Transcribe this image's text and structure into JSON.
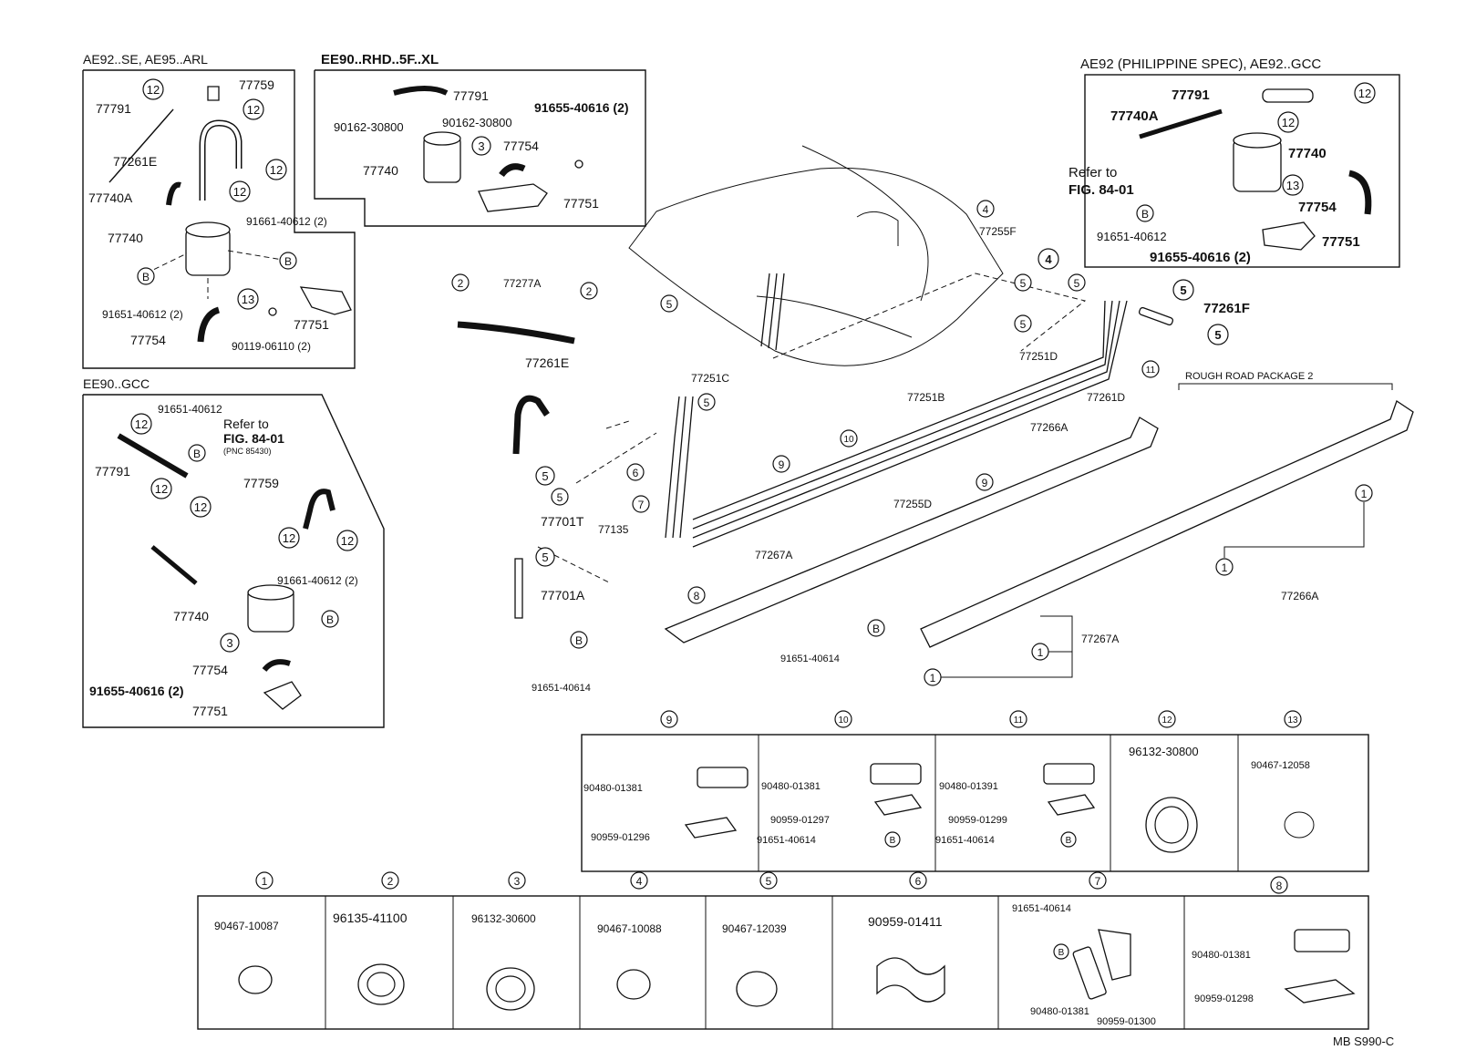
{
  "diagram": {
    "figure_code": "MB S990-C",
    "insets": {
      "ae92_se": {
        "title": "AE92..SE, AE95..ARL",
        "labels": [
          "77759",
          "77791",
          "77261E",
          "77740A",
          "91661-40612 (2)",
          "77740",
          "91651-40612 (2)",
          "77751",
          "77754",
          "90119-06110 (2)"
        ],
        "callouts": [
          "12",
          "12",
          "12",
          "12",
          "B",
          "B",
          "13"
        ]
      },
      "ee90_rhd": {
        "title": "EE90..RHD..5F..XL",
        "labels": [
          "77791",
          "90162-30800",
          "90162-30800",
          "91655-40616 (2)",
          "77754",
          "77740",
          "77751"
        ],
        "callouts": [
          "3"
        ]
      },
      "ae92_ph": {
        "title": "AE92 (PHILIPPINE SPEC), AE92..GCC",
        "labels": [
          "77791",
          "77740A",
          "77740",
          "Refer to",
          "FIG. 84-01",
          "91651-40612",
          "91655-40616 (2)",
          "77754",
          "77751"
        ],
        "callouts": [
          "12",
          "12",
          "13",
          "B"
        ]
      },
      "ee90_gcc": {
        "title": "EE90..GCC",
        "labels": [
          "91651-40612",
          "Refer to",
          "FIG. 84-01",
          "(PNC 85430)",
          "77791",
          "77759",
          "91661-40612 (2)",
          "77740",
          "77754",
          "91655-40616 (2)",
          "77751"
        ],
        "callouts": [
          "12",
          "12",
          "12",
          "12",
          "12",
          "B",
          "B",
          "3"
        ]
      }
    },
    "main_labels": {
      "p77277A": "77277A",
      "p77261E": "77261E",
      "p77251C": "77251C",
      "p77701T": "77701T",
      "p77135": "77135",
      "p77701A": "77701A",
      "p91651_40614_a": "91651-40614",
      "p77255F": "77255F",
      "p77251D": "77251D",
      "p77251B": "77251B",
      "p77261D": "77261D",
      "p77266A_a": "77266A",
      "p77255D": "77255D",
      "p77267A_a": "77267A",
      "p91651_40614_b": "91651-40614",
      "p77261F": "77261F",
      "rough_road": "ROUGH ROAD PACKAGE 2",
      "p77266A_b": "77266A",
      "p77267A_b": "77267A"
    },
    "main_callouts": [
      "2",
      "2",
      "5",
      "5",
      "5",
      "5",
      "5",
      "5",
      "5",
      "5",
      "6",
      "7",
      "8",
      "9",
      "9",
      "10",
      "11",
      "4",
      "4",
      "B",
      "B",
      "1",
      "1",
      "1",
      "1",
      "5",
      "5"
    ],
    "clip_table_top": [
      {
        "ref": "9",
        "parts": [
          "90480-01381",
          "90959-01296"
        ]
      },
      {
        "ref": "10",
        "parts": [
          "90480-01381",
          "90959-01297",
          "91651-40614"
        ]
      },
      {
        "ref": "11",
        "parts": [
          "90480-01391",
          "90959-01299",
          "91651-40614"
        ]
      },
      {
        "ref": "12",
        "parts": [
          "96132-30800"
        ]
      },
      {
        "ref": "13",
        "parts": [
          "90467-12058"
        ]
      }
    ],
    "clip_table_bottom": [
      {
        "ref": "1",
        "parts": [
          "90467-10087"
        ]
      },
      {
        "ref": "2",
        "parts": [
          "96135-41100"
        ]
      },
      {
        "ref": "3",
        "parts": [
          "96132-30600"
        ]
      },
      {
        "ref": "4",
        "parts": [
          "90467-10088"
        ]
      },
      {
        "ref": "5",
        "parts": [
          "90467-12039"
        ]
      },
      {
        "ref": "6",
        "parts": [
          "90959-01411"
        ]
      },
      {
        "ref": "7",
        "parts": [
          "91651-40614",
          "90480-01381",
          "90959-01300"
        ]
      },
      {
        "ref": "8",
        "parts": [
          "90480-01381",
          "90959-01298"
        ]
      }
    ],
    "sub_callouts": {
      "b": "B"
    }
  }
}
